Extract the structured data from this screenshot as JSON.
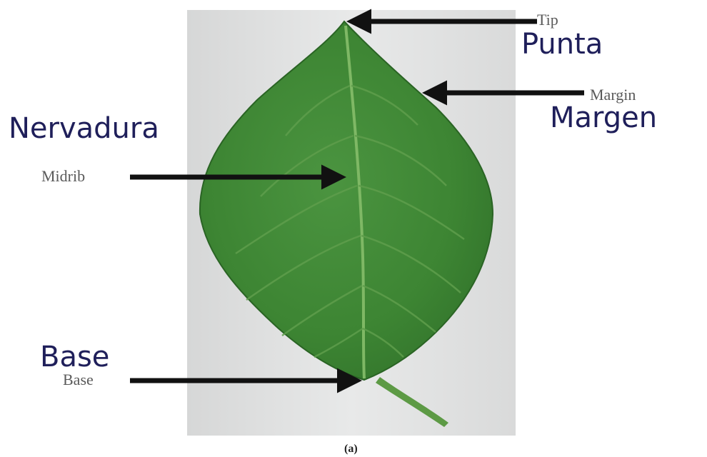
{
  "labels": {
    "tip_en": "Tip",
    "tip_es": "Punta",
    "margin_en": "Margin",
    "margin_es": "Margen",
    "midrib_es": "Nervadura",
    "midrib_en": "Midrib",
    "base_es": "Base",
    "base_en": "Base"
  },
  "caption": "(a)",
  "colors": {
    "spanish_text": "#1f1f5a",
    "english_text": "#5a5a5a",
    "leaf": "#3f8a36",
    "background_panel": "#dfe0e0",
    "arrow": "#111111"
  }
}
